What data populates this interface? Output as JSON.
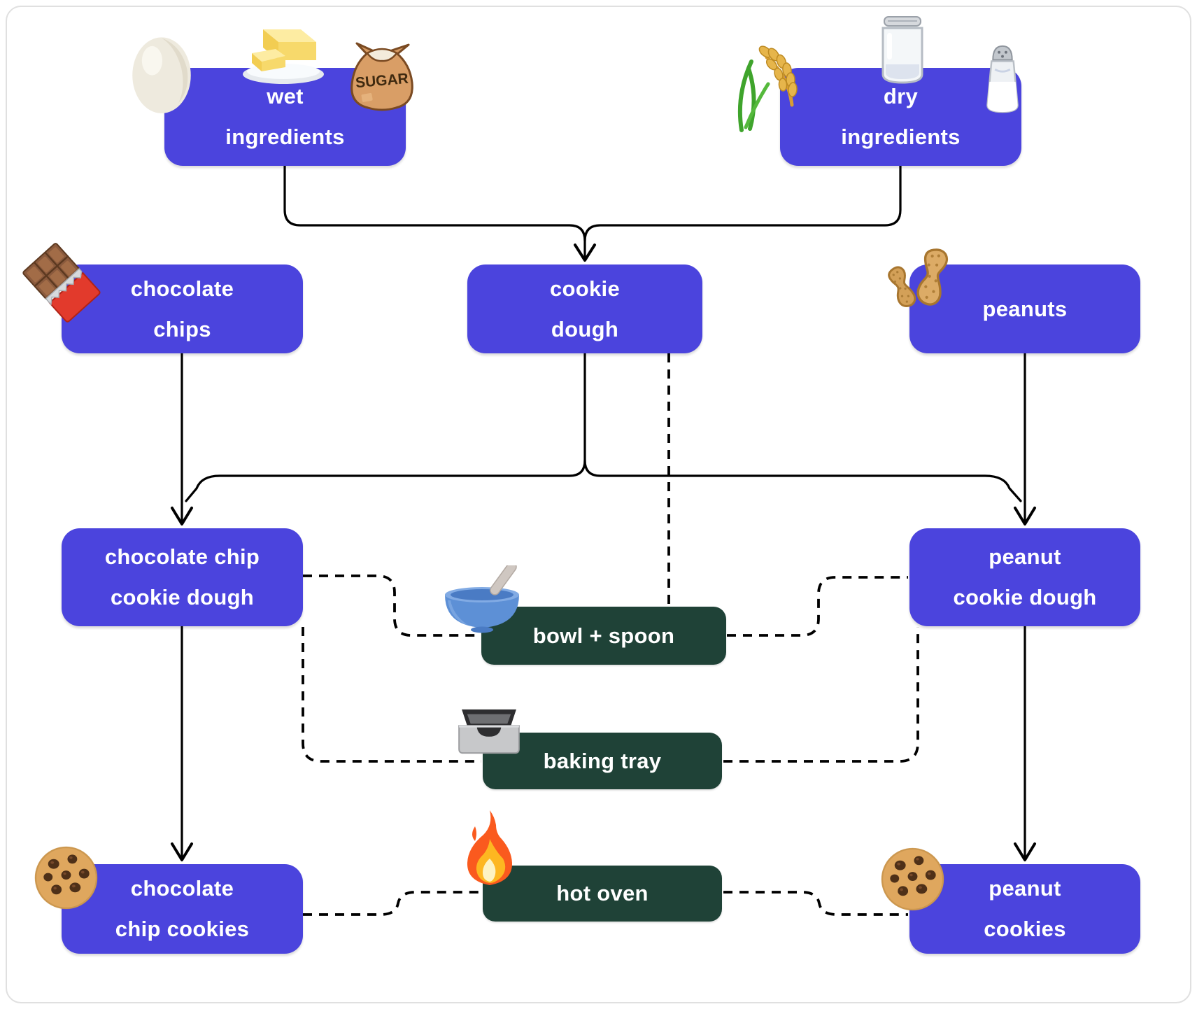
{
  "diagram": {
    "title_hint": "cookie baking flowchart",
    "nodes": {
      "wet_ingredients": {
        "line1": "wet",
        "line2": "ingredients"
      },
      "dry_ingredients": {
        "line1": "dry",
        "line2": "ingredients"
      },
      "chocolate_chips": {
        "line1": "chocolate",
        "line2": "chips"
      },
      "cookie_dough": {
        "line1": "cookie",
        "line2": "dough"
      },
      "peanuts": {
        "line1": "peanuts"
      },
      "chocolate_chip_cookie_dough": {
        "line1": "chocolate chip",
        "line2": "cookie dough"
      },
      "peanut_cookie_dough": {
        "line1": "peanut",
        "line2": "cookie dough"
      },
      "bowl_spoon": {
        "line1": "bowl + spoon"
      },
      "baking_tray": {
        "line1": "baking tray"
      },
      "hot_oven": {
        "line1": "hot oven"
      },
      "chocolate_chip_cookies": {
        "line1": "chocolate",
        "line2": "chip cookies"
      },
      "peanut_cookies": {
        "line1": "peanut",
        "line2": "cookies"
      }
    },
    "icons": {
      "sugar_bag_text": "SUGAR",
      "wet_ingredients": [
        "egg-icon",
        "butter-icon",
        "sugar-bag-icon"
      ],
      "dry_ingredients": [
        "rice-plant-icon",
        "jar-icon",
        "salt-shaker-icon"
      ],
      "chocolate_chips": [
        "chocolate-bar-icon"
      ],
      "peanuts": [
        "peanut-icon"
      ],
      "bowl_spoon": [
        "bowl-with-spoon-icon"
      ],
      "baking_tray": [
        "baking-tray-icon"
      ],
      "hot_oven": [
        "fire-icon"
      ],
      "chocolate_chip_cookies": [
        "cookie-icon"
      ],
      "peanut_cookies": [
        "cookie-icon"
      ]
    },
    "edges": [
      {
        "from": "wet ingredients",
        "to": "cookie dough",
        "style": "solid-arrow"
      },
      {
        "from": "dry ingredients",
        "to": "cookie dough",
        "style": "solid-arrow"
      },
      {
        "from": "chocolate chips",
        "to": "chocolate chip cookie dough",
        "style": "solid-arrow"
      },
      {
        "from": "cookie dough",
        "to": "chocolate chip cookie dough",
        "style": "solid-arrow"
      },
      {
        "from": "cookie dough",
        "to": "peanut cookie dough",
        "style": "solid-arrow"
      },
      {
        "from": "peanuts",
        "to": "peanut cookie dough",
        "style": "solid-arrow"
      },
      {
        "from": "cookie dough",
        "to": "bowl + spoon",
        "style": "dashed"
      },
      {
        "from": "chocolate chip cookie dough",
        "to": "bowl + spoon",
        "style": "dashed"
      },
      {
        "from": "peanut cookie dough",
        "to": "bowl + spoon",
        "style": "dashed"
      },
      {
        "from": "chocolate chip cookie dough",
        "to": "baking tray",
        "style": "dashed"
      },
      {
        "from": "peanut cookie dough",
        "to": "baking tray",
        "style": "dashed"
      },
      {
        "from": "chocolate chip cookie dough",
        "to": "chocolate chip cookies",
        "style": "solid-arrow"
      },
      {
        "from": "peanut cookie dough",
        "to": "peanut cookies",
        "style": "solid-arrow"
      },
      {
        "from": "chocolate chip cookies",
        "to": "hot oven",
        "style": "dashed"
      },
      {
        "from": "peanut cookies",
        "to": "hot oven",
        "style": "dashed"
      }
    ],
    "colors": {
      "ingredient_node": "#4b44dd",
      "tool_node": "#1f4237",
      "node_text": "#ffffff",
      "connector": "#000000",
      "card_border": "#e0e0e0",
      "card_background": "#ffffff"
    }
  }
}
